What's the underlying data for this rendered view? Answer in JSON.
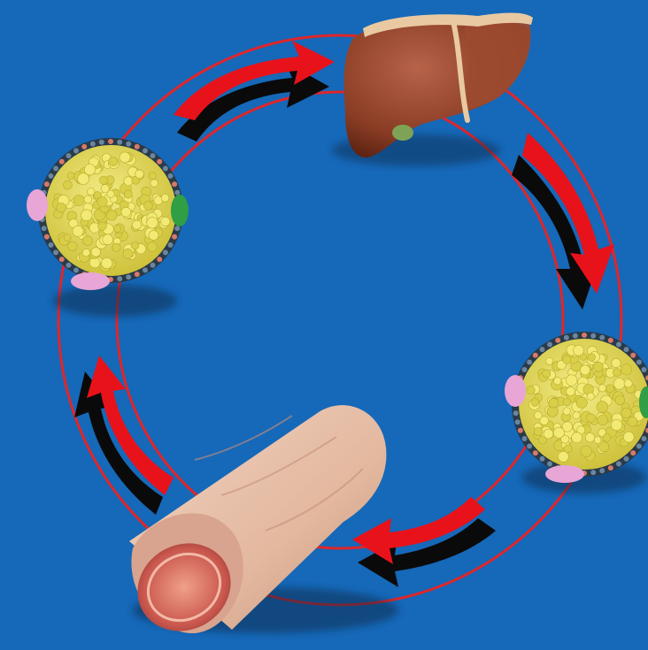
{
  "diagram": {
    "background_color": "#1668b8",
    "ring_color": "#e0262a",
    "arrow_red": "#e8121b",
    "arrow_shadow": "#0a0a0a",
    "nodes": [
      {
        "id": "liver",
        "icon": "liver-icon",
        "colors": {
          "main": "#8a3d24",
          "light": "#b6634a",
          "gallbladder": "#7fa356",
          "ligament": "#e8c9a2"
        }
      },
      {
        "id": "lipoprotein-left",
        "icon": "lipoprotein-particle-icon",
        "colors": {
          "core": "#e9e05a",
          "shell": "#2a3a48",
          "apo_pink": "#e7a6d6",
          "apo_green": "#2f9e44"
        }
      },
      {
        "id": "lipoprotein-right",
        "icon": "lipoprotein-particle-icon",
        "colors": {
          "core": "#e9e05a",
          "shell": "#2a3a48",
          "apo_pink": "#e7a6d6",
          "apo_green": "#2f9e44"
        }
      },
      {
        "id": "artery",
        "icon": "artery-vessel-icon",
        "colors": {
          "wall": "#e8c3ac",
          "wall_dark": "#c99b82",
          "lumen": "#d7736a"
        }
      }
    ],
    "arrows": [
      {
        "id": "arrow-left-to-liver",
        "direction": "clockwise"
      },
      {
        "id": "arrow-liver-to-right",
        "direction": "clockwise"
      },
      {
        "id": "arrow-right-to-artery",
        "direction": "clockwise"
      },
      {
        "id": "arrow-artery-to-left",
        "direction": "clockwise"
      }
    ]
  }
}
